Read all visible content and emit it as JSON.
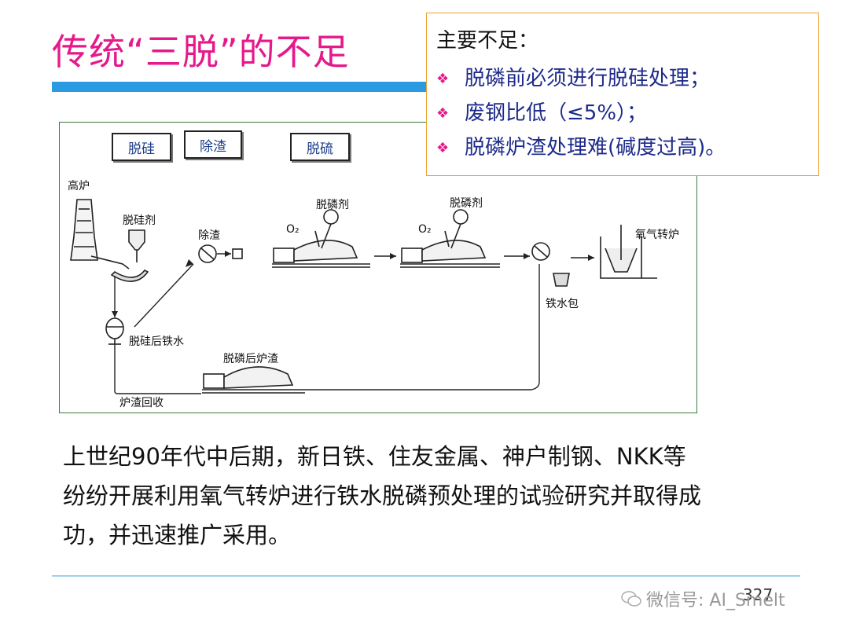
{
  "slide": {
    "title": "传统“三脱”的不足",
    "stages": [
      "脱硅",
      "除渣",
      "脱硫"
    ],
    "diagram_labels": {
      "blast_furnace": "高炉",
      "desi_agent": "脱硅剂",
      "slag_removal": "除渣",
      "dephos_agent_1": "脱磷剂",
      "dephos_agent_2": "脱磷剂",
      "o2_1": "O₂",
      "o2_2": "O₂",
      "bof": "氧气转炉",
      "ladle": "铁水包",
      "iron_after_desi": "脱硅后铁水",
      "slag_after_dephos": "脱磷后炉渣",
      "slag_recycle": "炉渣回收"
    },
    "callout": {
      "heading": "主要不足：",
      "items": [
        "脱磷前必须进行脱硅处理；",
        "废钢比低（≤5%）；",
        "脱磷炉渣处理难(碱度过高)。"
      ]
    },
    "body_lines": [
      "上世纪90年代中后期，新日铁、住友金属、神户制钢、NKK等",
      "纷纷开展利用氧气转炉进行铁水脱磷预处理的试验研究并取得成",
      "功，并迅速推广采用。"
    ],
    "page_number": "327",
    "watermark": "微信号: AI_Smelt",
    "colors": {
      "title": "#e6198a",
      "accent_bar": "#2a9be0",
      "callout_border": "#f0a030",
      "callout_text": "#1d2a8a"
    }
  }
}
